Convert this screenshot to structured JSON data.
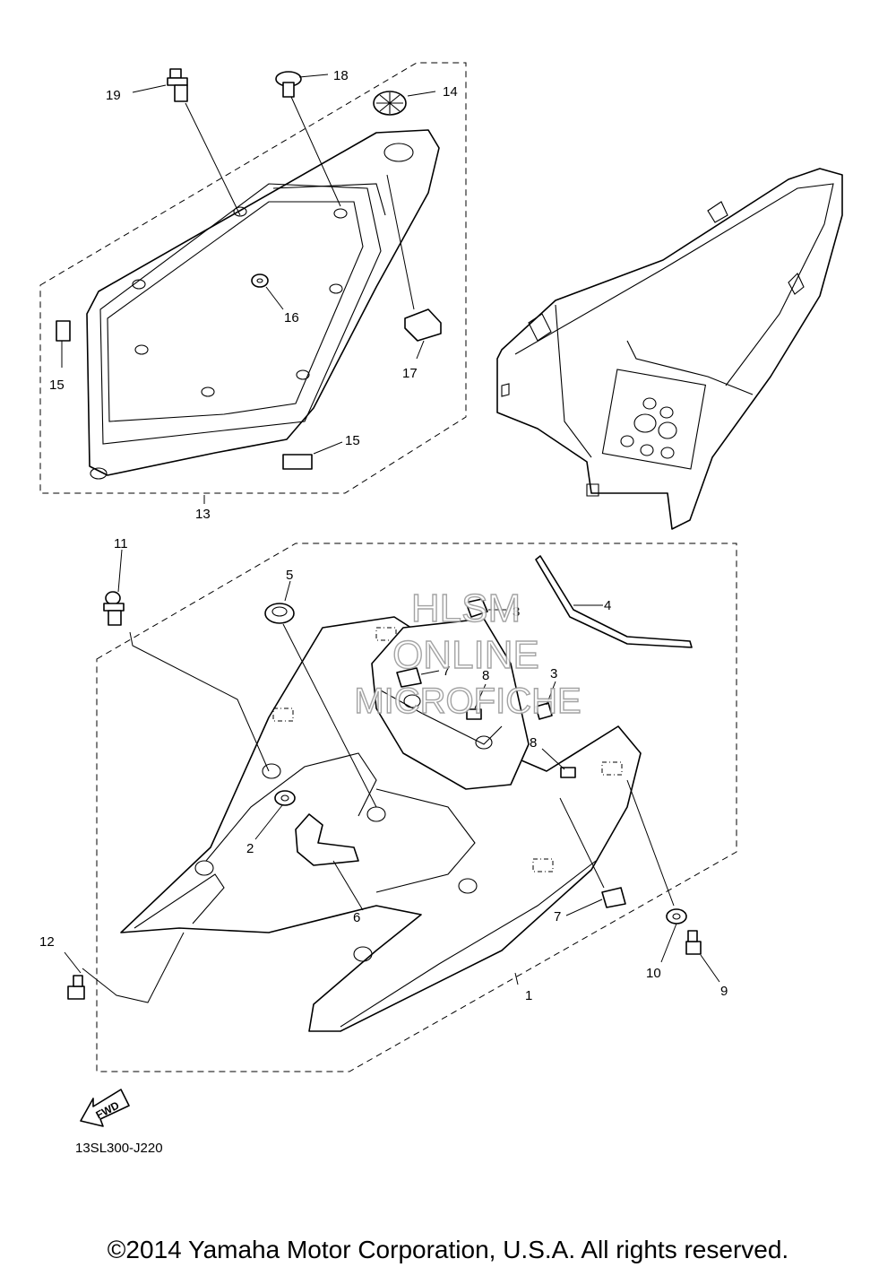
{
  "callouts": {
    "c1": "1",
    "c2": "2",
    "c3": "3",
    "c3b": "3",
    "c4": "4",
    "c5": "5",
    "c6": "6",
    "c7": "7",
    "c7b": "7",
    "c8": "8",
    "c8b": "8",
    "c9": "9",
    "c10": "10",
    "c11": "11",
    "c12": "12",
    "c13": "13",
    "c14": "14",
    "c15": "15",
    "c15b": "15",
    "c16": "16",
    "c17": "17",
    "c18": "18",
    "c19": "19"
  },
  "watermark": {
    "line1": "HLSM",
    "line2": "ONLINE",
    "line3": "MICROFICHE"
  },
  "fwd_label": "FWD",
  "diagram_code": "13SL300-J220",
  "copyright": "©2014 Yamaha Motor Corporation, U.S.A. All rights reserved."
}
